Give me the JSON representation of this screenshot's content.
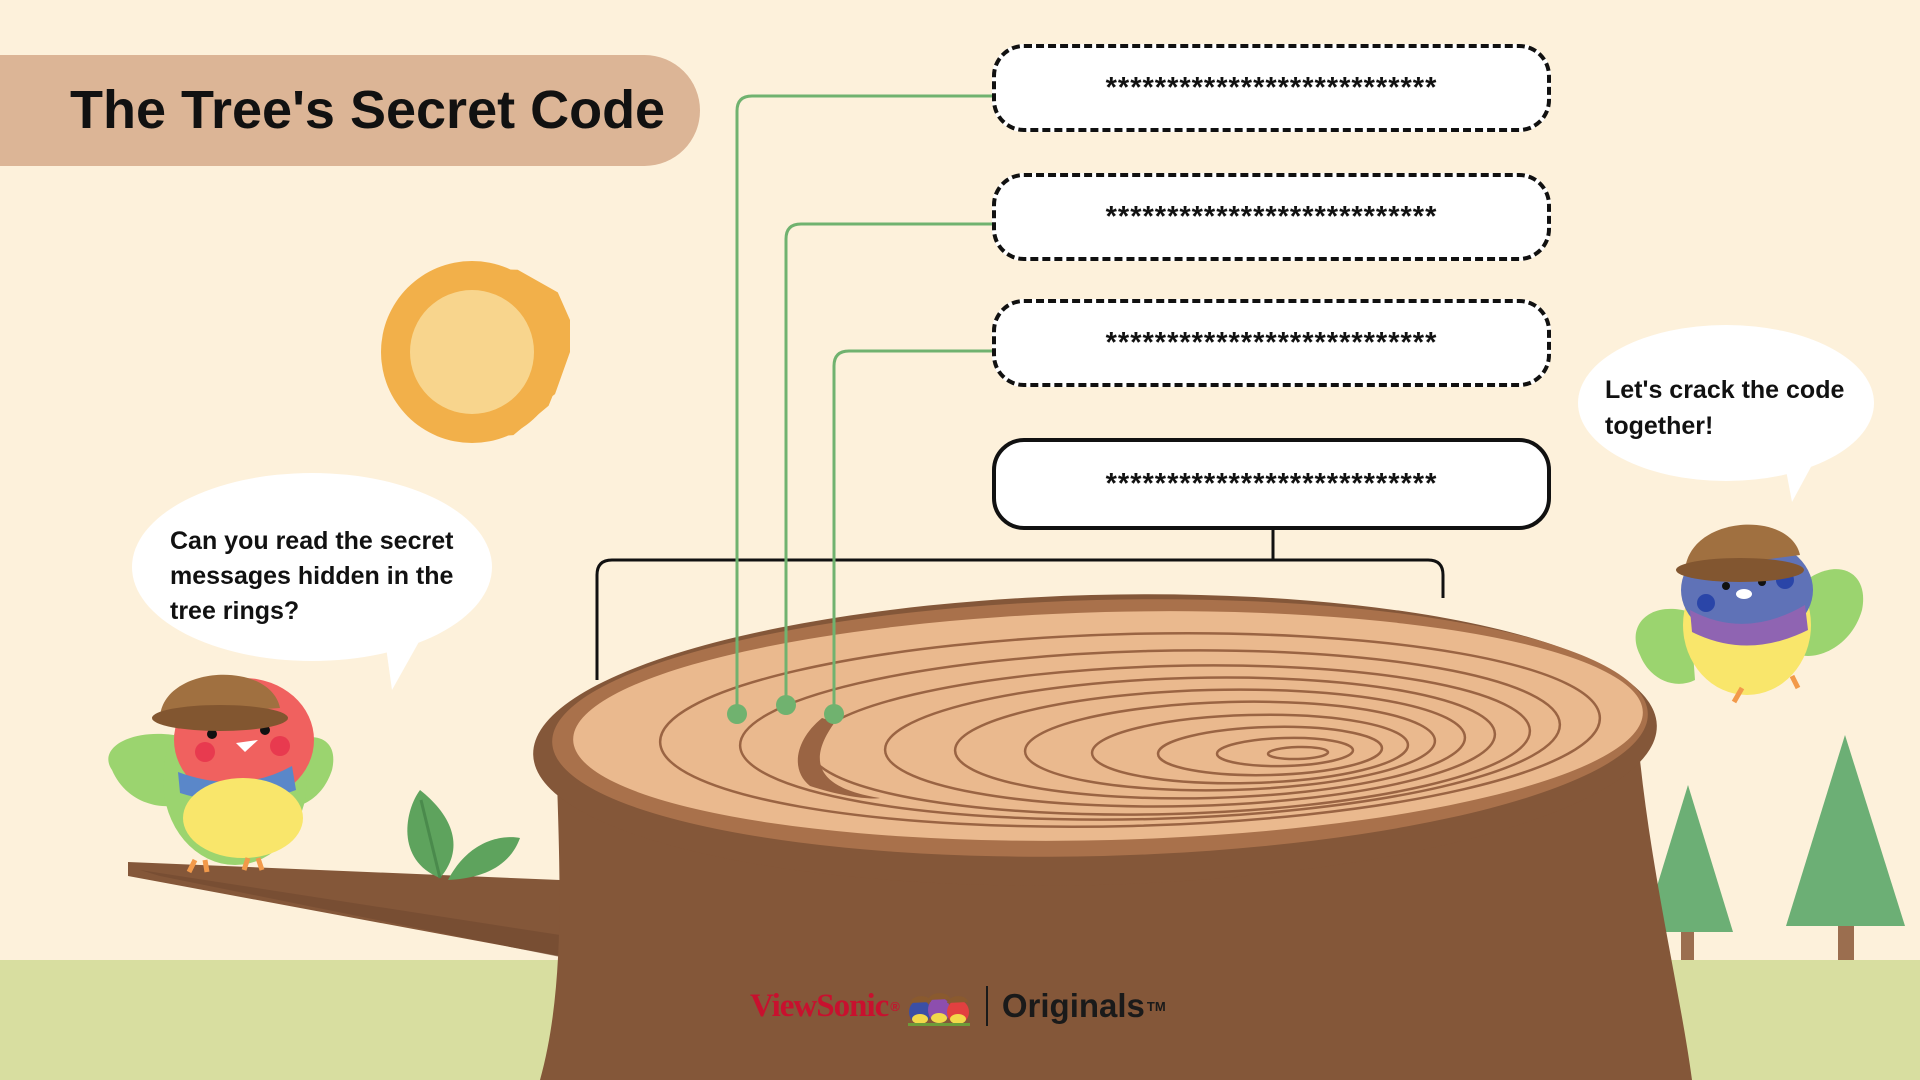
{
  "title": "The Tree's Secret Code",
  "code_boxes": [
    {
      "text": "***************************"
    },
    {
      "text": "***************************"
    },
    {
      "text": "***************************"
    },
    {
      "text": "***************************"
    }
  ],
  "bubbles": {
    "left": "Can you read the secret messages hidden in the tree rings?",
    "right": "Let's crack the code together!"
  },
  "brand": {
    "name": "ViewSonic",
    "name_mark": "®",
    "sub": "Originals",
    "sub_mark": "TM"
  },
  "colors": {
    "background": "#fdf1db",
    "ground": "#d8dea0",
    "title_pill": "#dcb596",
    "connector_green": "#70b26f",
    "stump_bark": "#845739",
    "stump_rim": "#a9714b",
    "stump_wood": "#eab98e",
    "ring_lines": "#9a6443",
    "sun_outer": "#f2b04a",
    "sun_inner": "#f8d58d",
    "tree_green": "#6caf75",
    "brand_red": "#c8102e"
  },
  "icons": [
    "sun-icon",
    "leaf-icon",
    "pine-tree-icon",
    "red-bird-explorer",
    "blue-bird-explorer",
    "speech-bubble"
  ]
}
